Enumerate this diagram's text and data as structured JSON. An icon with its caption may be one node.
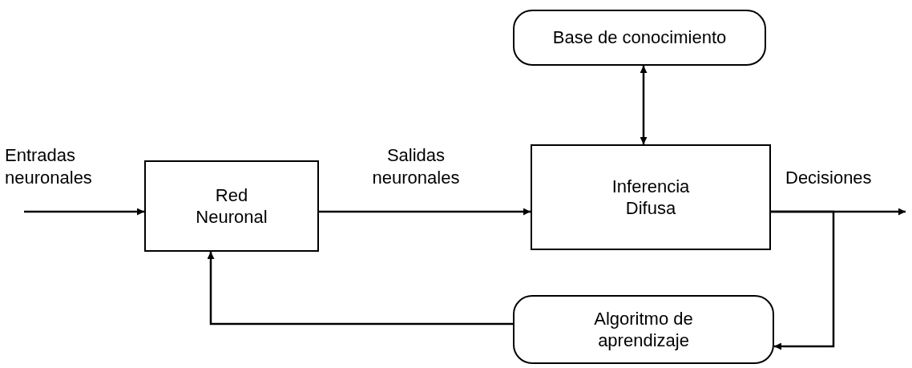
{
  "diagram": {
    "nodes": [
      {
        "text": [
          "Base de conocimiento"
        ]
      },
      {
        "text": [
          "Red Neuronal"
        ]
      },
      {
        "text": [
          "Inferencia Difusa"
        ]
      },
      {
        "text": [
          "Algoritmo de aprendizaje"
        ]
      }
    ],
    "edges": [
      {
        "from": null,
        "to": 1,
        "arrow": "to",
        "label": "Entradas neuronales"
      },
      {
        "from": 1,
        "to": 2,
        "arrow": "to",
        "label": "Salidas neuronales"
      },
      {
        "from": 0,
        "to": 2,
        "arrow": "both"
      },
      {
        "from": 2,
        "to": null,
        "arrow": "to",
        "label": "Decisiones"
      },
      {
        "from": 2,
        "to": 3,
        "arrow": "to"
      },
      {
        "from": 3,
        "to": 1,
        "arrow": "to"
      }
    ]
  }
}
